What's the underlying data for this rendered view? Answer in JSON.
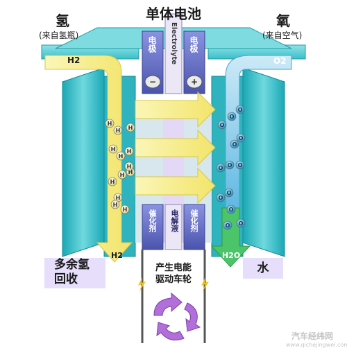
{
  "title": "单体电池",
  "hydrogen": {
    "label": "氢",
    "source": "(来自氢瓶)",
    "formula": "H2",
    "outlet": "H2",
    "recycle": "多余氢\n回收"
  },
  "oxygen": {
    "label": "氧",
    "source": "(来自空气)",
    "formula": "O2",
    "outlet": "H2O",
    "water": "水"
  },
  "electrode_left": "电极",
  "electrode_right": "电极",
  "electrolyte_top": "Electrolyte",
  "catalyst_left": "催化剂",
  "electrolyte_bottom": "电解液",
  "catalyst_right": "催化剂",
  "power": "产生电能\n驱动车轮",
  "particle_h": "H",
  "particle_o": "O",
  "polarity_neg": "−",
  "polarity_pos": "+",
  "watermark": {
    "brand": "汽车经纬网",
    "url": "www.qichejingwei.com"
  },
  "colors": {
    "frame": "#3bbfc8",
    "frame_dark": "#1f9aa5",
    "arrow_h2": "#f5ec7a",
    "arrow_o2": "#8fd0ee",
    "arrow_h2o": "#4cc46a",
    "plate": "#6b74c9",
    "label_box": "#e6defb",
    "recycle_arrow": "#b26fd9"
  }
}
